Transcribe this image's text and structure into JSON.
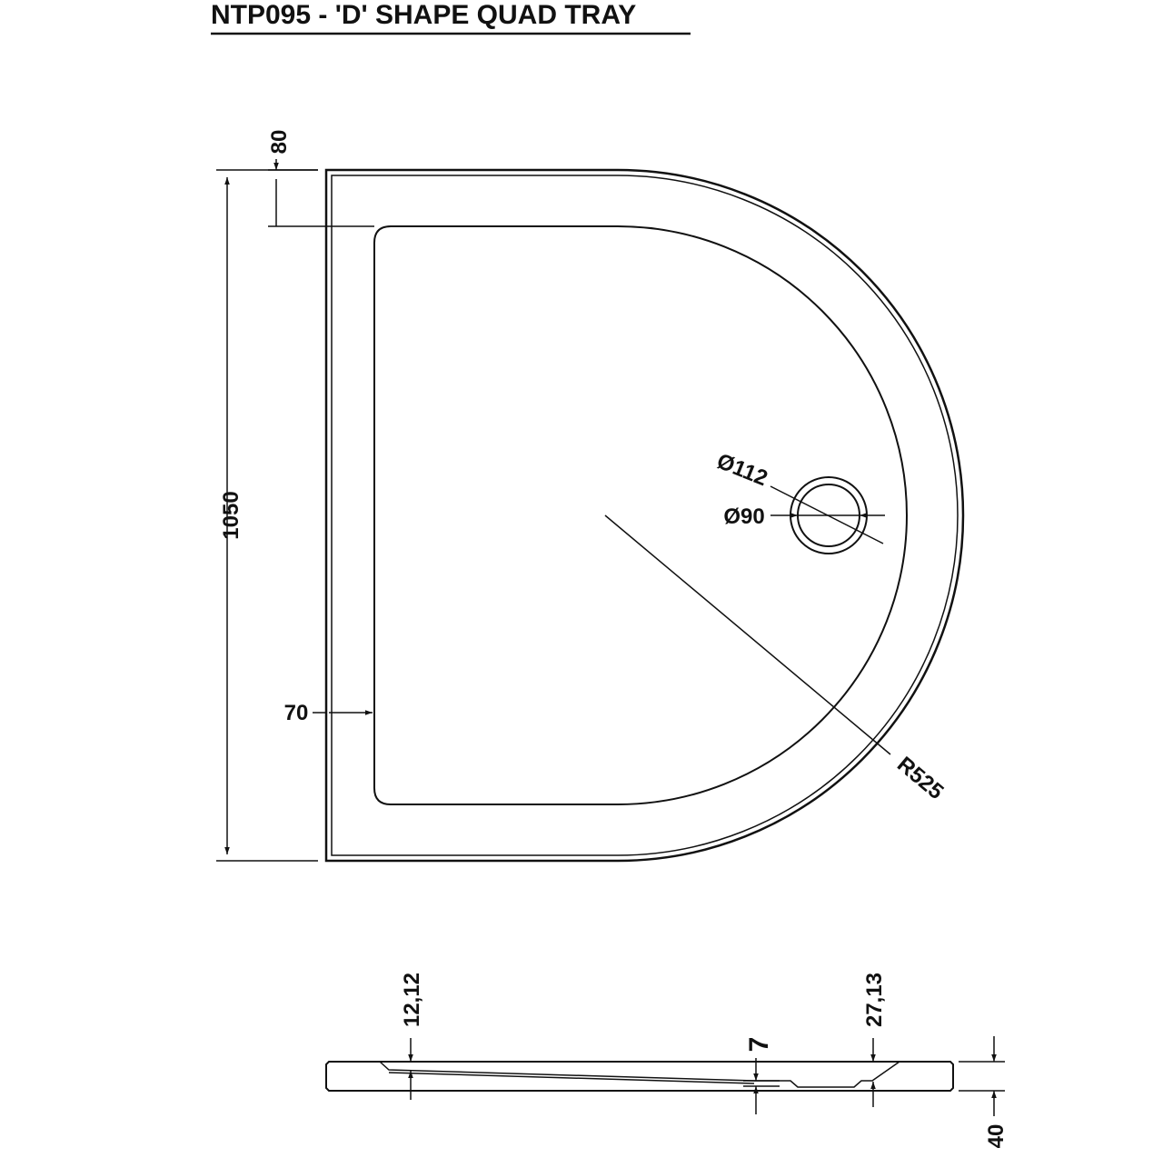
{
  "title": "NTP095 - 'D' SHAPE QUAD TRAY",
  "dimensions": {
    "top_rim": "80",
    "overall_length": "1050",
    "side_rim": "70",
    "waste_outer": "Ø112",
    "waste_inner": "Ø90",
    "radius": "R525",
    "profile_left_depth": "12,12",
    "profile_right_depth": "27,13",
    "profile_step": "7",
    "profile_height": "40"
  },
  "colors": {
    "line": "#111111",
    "background": "#ffffff"
  }
}
